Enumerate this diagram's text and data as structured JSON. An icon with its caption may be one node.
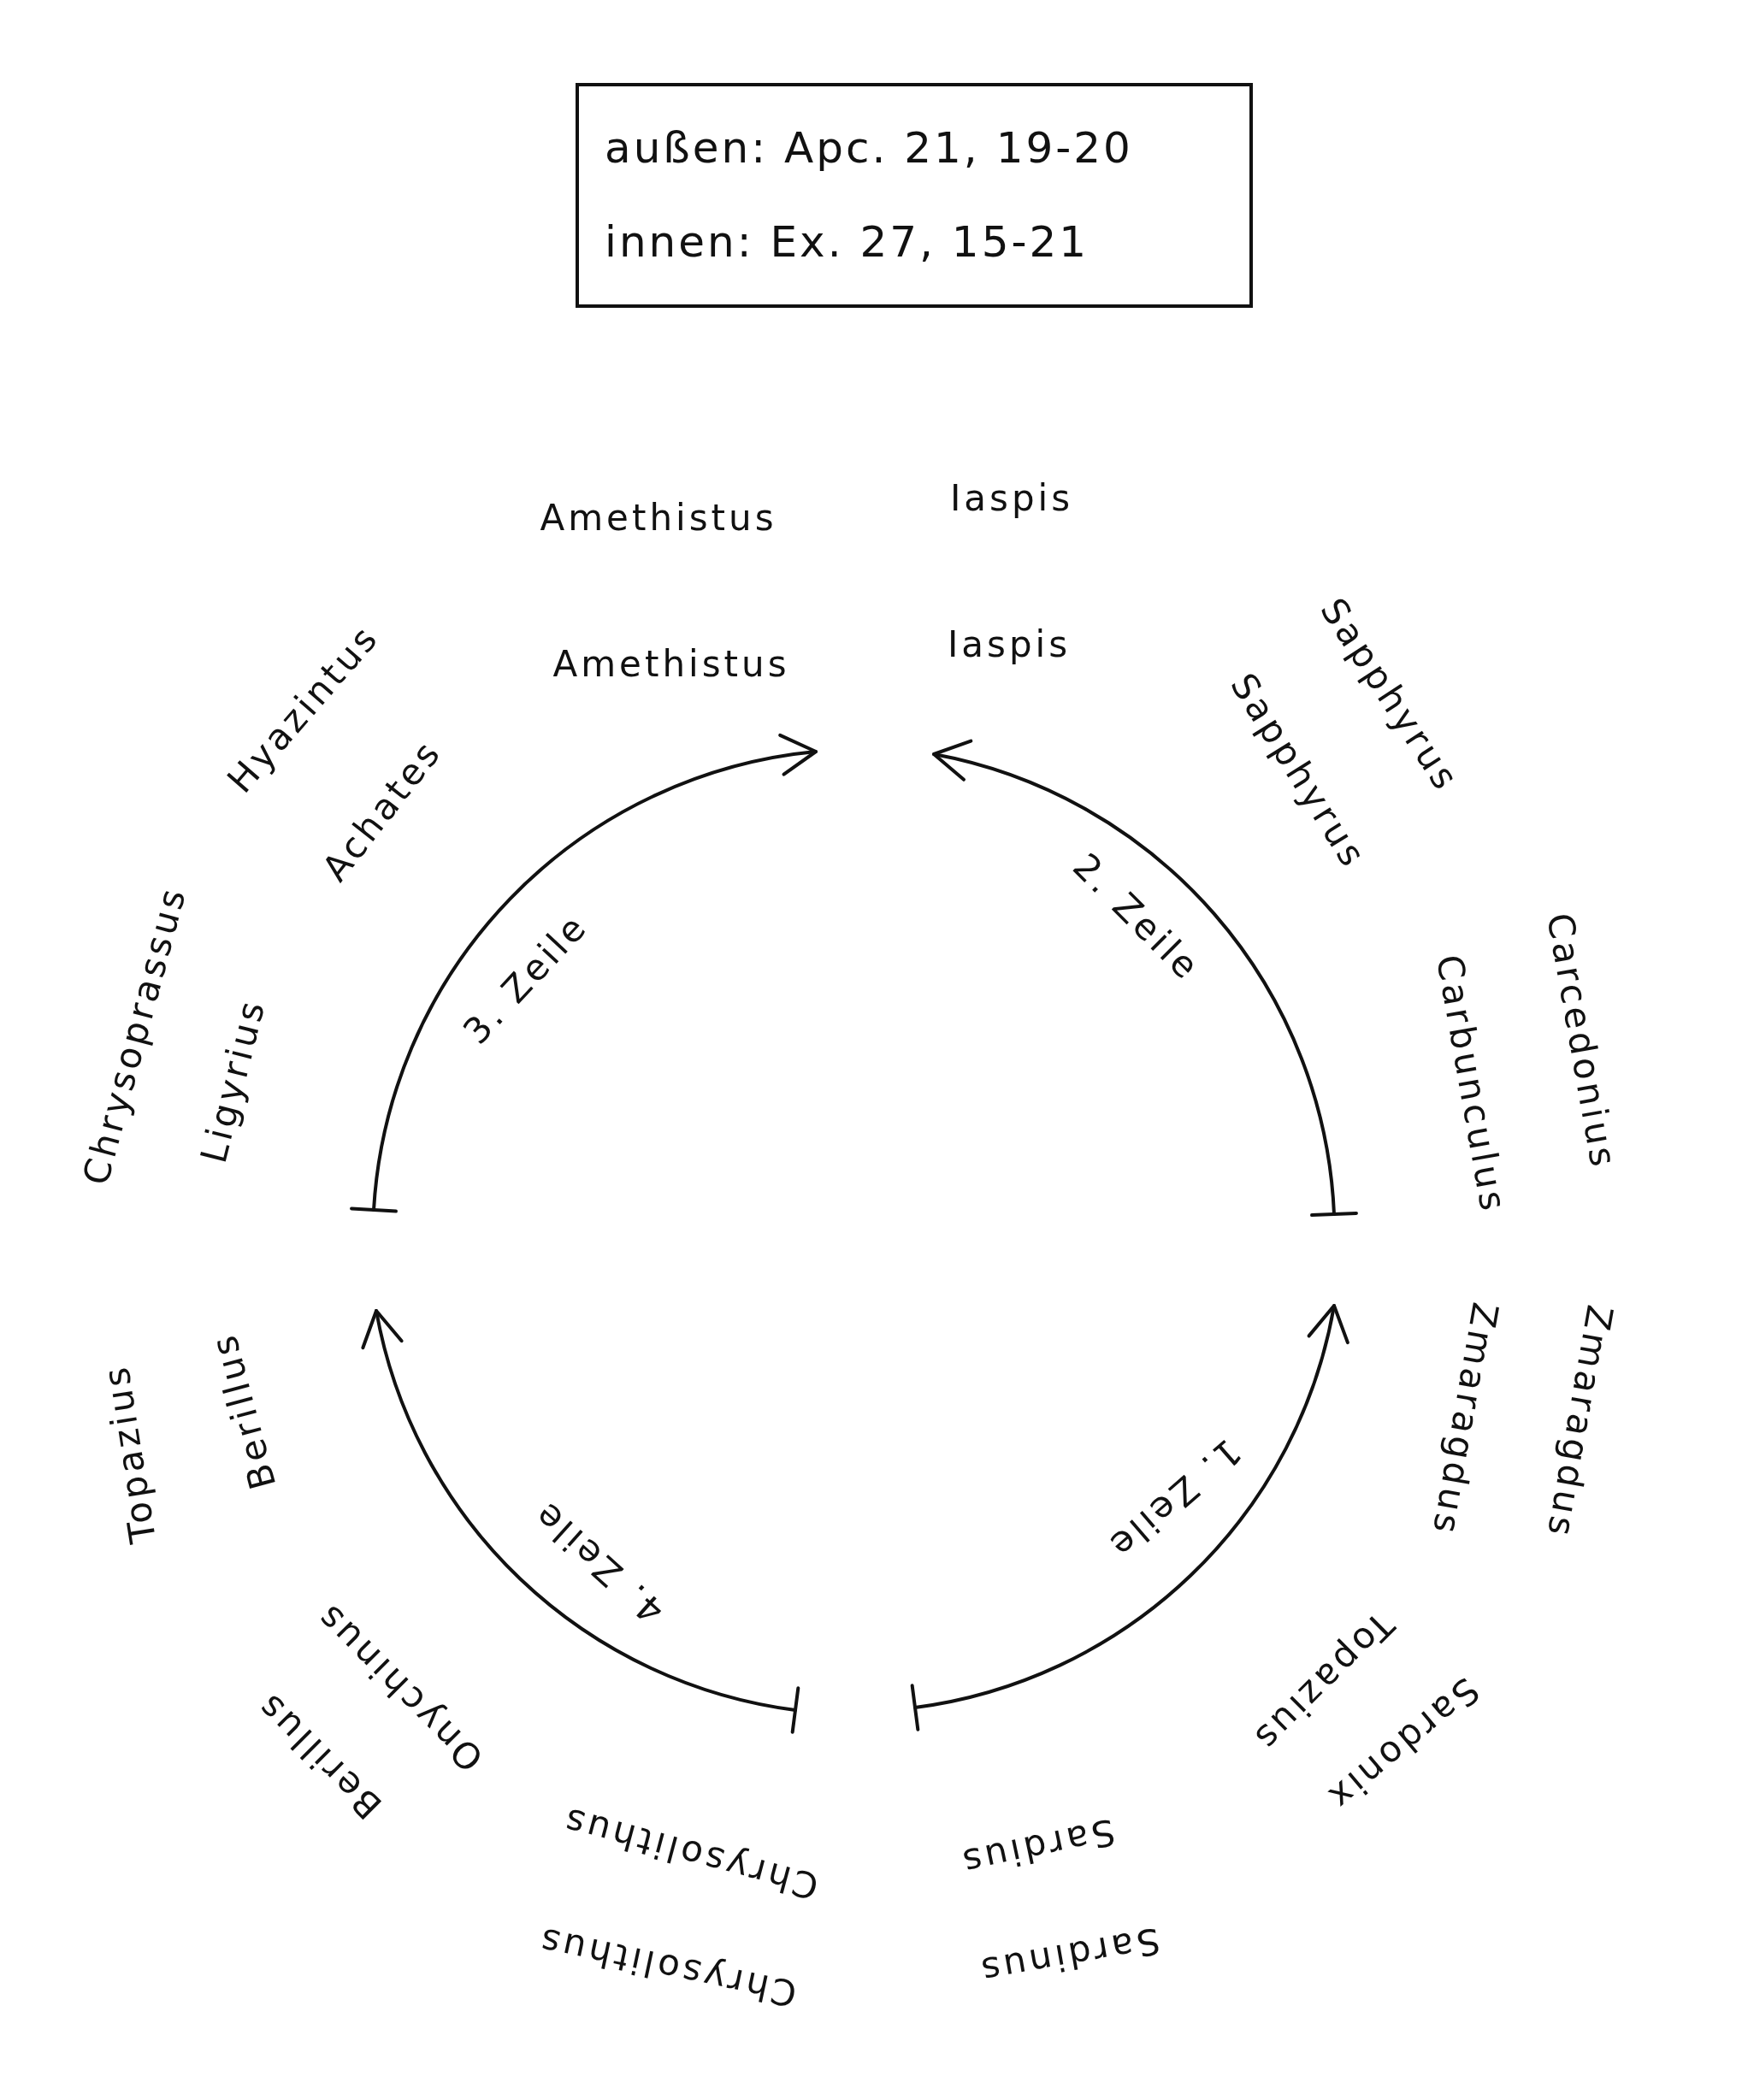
{
  "diagram": {
    "nodes": [
      {
        "text": [
          "außen: Apc. 21, 19-20",
          "innen: Ex. 27, 15-21"
        ]
      }
    ],
    "labels": [
      "Amethistus",
      "Iaspis",
      "Hyazintus",
      "Sapphyrus",
      "Amethistus",
      "Iaspis",
      "Achates",
      "Sapphyrus",
      "Chrysoprassus",
      "Ligyrius",
      "3. Zeile",
      "2. Zeile",
      "Carbunculus",
      "Carcedonius",
      "Topazius",
      "Berillus",
      "Zmaragdus",
      "Zmaragdus",
      "4. Zeile",
      "1. Zeile",
      "Onychinus",
      "Topazius",
      "Berillus",
      "Sardonix",
      "Chrysolithus",
      "Sardius",
      "Chrysolithus",
      "Sardinus"
    ]
  }
}
